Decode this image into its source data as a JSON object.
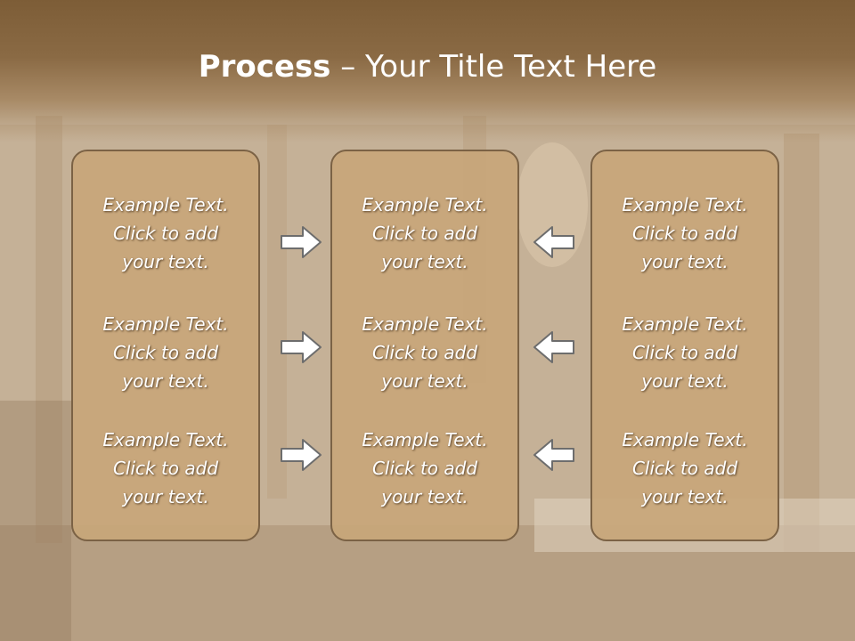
{
  "title": {
    "bold": "Process",
    "rest": " – Your Title Text Here"
  },
  "panels": [
    {
      "items": [
        [
          "Example Text.",
          "Click  to add",
          "your text."
        ],
        [
          "Example Text.",
          "Click  to add",
          "your text."
        ],
        [
          "Example Text.",
          "Click  to add",
          "your text."
        ]
      ]
    },
    {
      "items": [
        [
          "Example Text.",
          "Click  to add",
          "your text."
        ],
        [
          "Example Text.",
          "Click  to add",
          "your text."
        ],
        [
          "Example Text.",
          "Click  to add",
          "your text."
        ]
      ]
    },
    {
      "items": [
        [
          "Example Text.",
          "Click  to add",
          "your text."
        ],
        [
          "Example Text.",
          "Click  to add",
          "your text."
        ],
        [
          "Example Text.",
          "Click  to add",
          "your text."
        ]
      ]
    }
  ],
  "arrows": {
    "left_group": "arrow-right-icon",
    "right_group": "arrow-left-icon"
  },
  "colors": {
    "title_band": "#8a6a44",
    "panel_fill": "#c8a67a",
    "panel_border": "#7b6245",
    "text": "#ffffff"
  }
}
